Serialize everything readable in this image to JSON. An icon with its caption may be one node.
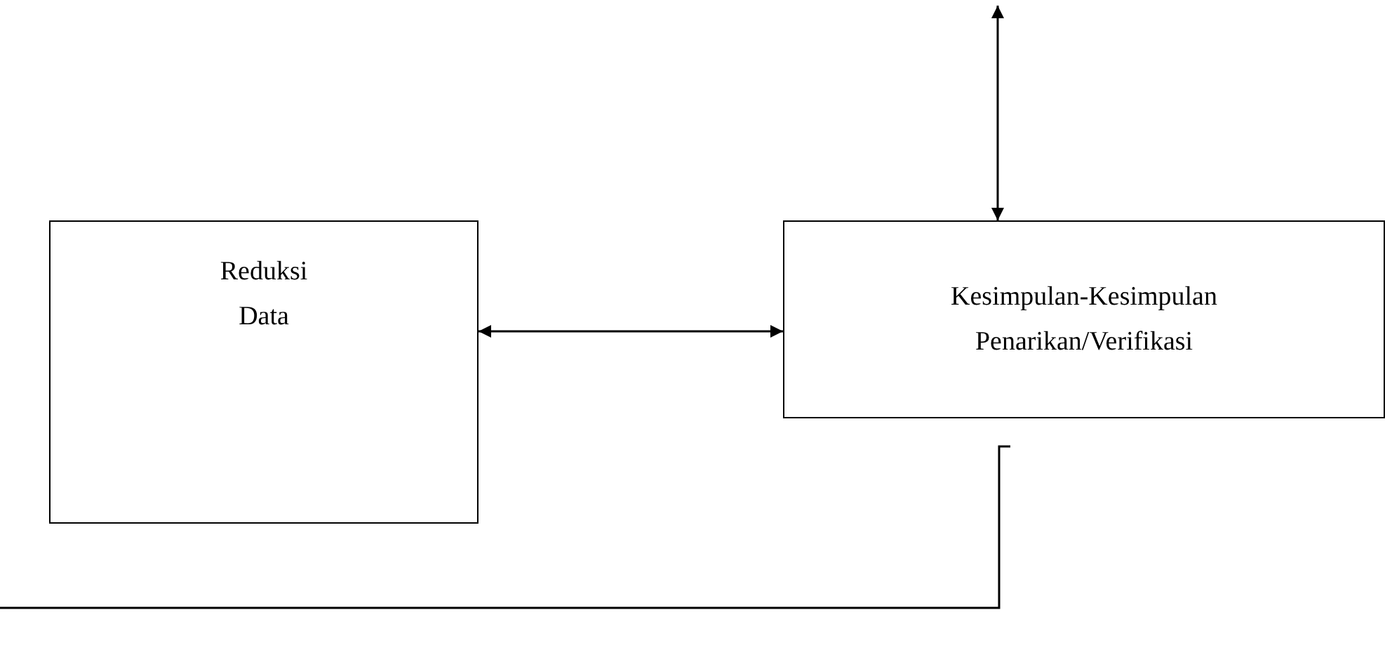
{
  "diagram": {
    "nodes": [
      {
        "text": [
          "Reduksi Data"
        ]
      },
      {
        "text": [
          "Kesimpulan-Kesimpulan Penarikan/Verifikasi"
        ]
      }
    ],
    "edges": [
      {
        "from": 0,
        "to": 1,
        "arrow": "both"
      },
      {
        "from": null,
        "to": 1,
        "arrow": "both"
      }
    ]
  }
}
